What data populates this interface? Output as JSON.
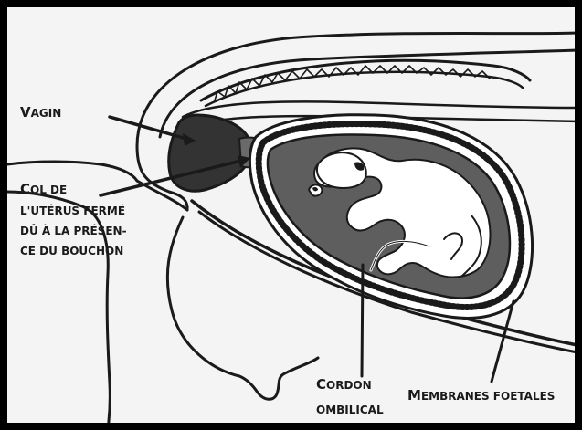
{
  "labels": {
    "vagin": {
      "first": "V",
      "rest": "agin"
    },
    "col": {
      "line1_first": "C",
      "line1_rest": "ol de",
      "line2": "l'utérus fermé",
      "line3": "dû à la présen-",
      "line4": "ce du bouchon"
    },
    "cordon": {
      "line1_first": "C",
      "line1_rest": "ordon",
      "line2": "ombilical"
    },
    "membranes": {
      "first": "M",
      "rest": "embranes foetales"
    }
  },
  "colors": {
    "frame": "#000000",
    "paper": "#f4f4f4",
    "ink": "#1a1a1a",
    "uterus_fill": "#5e5e5e",
    "vagina_fill": "#333333",
    "foetus_fill": "#ffffff"
  }
}
